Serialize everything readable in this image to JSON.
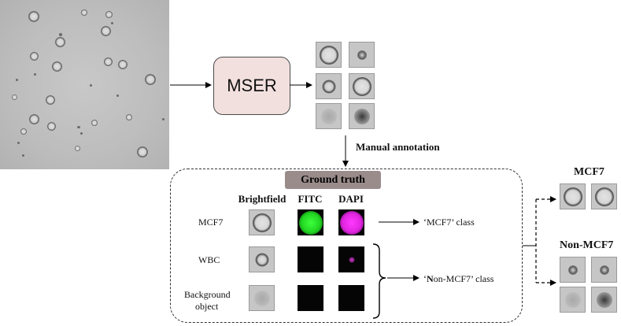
{
  "pipeline": {
    "mser_label": "MSER",
    "manual_annotation_label": "Manual annotation"
  },
  "ground_truth": {
    "title": "Ground truth",
    "columns": [
      "Brightfield",
      "FITC",
      "DAPI"
    ],
    "rows": {
      "mcf7": "MCF7",
      "wbc": "WBC",
      "background_line1": "Background",
      "background_line2": "object"
    },
    "class_mcf7": "‘MCF7’ class",
    "class_non_mcf7_prefix": "‘",
    "class_non_mcf7_bold": "N",
    "class_non_mcf7_rest": "on-MCF7’ class"
  },
  "outputs": {
    "mcf7_title": "MCF7",
    "non_mcf7_title": "Non-MCF7"
  },
  "colors": {
    "mser_fill": "#f2e0df",
    "ground_truth_badge": "#9b8c8c",
    "fitc_green": "#22d622",
    "dapi_magenta": "#e025e0"
  }
}
